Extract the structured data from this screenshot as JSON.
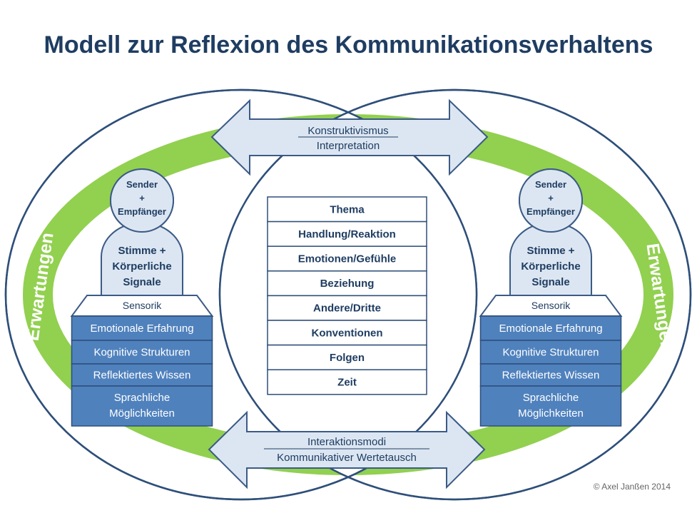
{
  "title": "Modell zur Reflexion des Kommunikationsverhaltens",
  "colors": {
    "title": "#1f3d62",
    "outline": "#3b5b86",
    "green": "#92d050",
    "light_blue": "#dce6f2",
    "mid_blue": "#4f81bd",
    "dark_text": "#1f3d62"
  },
  "top_arrow": {
    "line1": "Konstruktivismus",
    "line2": "Interpretation"
  },
  "bottom_arrow": {
    "line1": "Interaktionsmodi",
    "line2": "Kommunikativer Wertetausch"
  },
  "center_list": [
    "Thema",
    "Handlung/Reaktion",
    "Emotionen/Gefühle",
    "Beziehung",
    "Andere/Dritte",
    "Konventionen",
    "Folgen",
    "Zeit"
  ],
  "ring_label": "Erwartungen",
  "person": {
    "head": [
      "Sender",
      "+",
      "Empfänger"
    ],
    "body": [
      "Stimme +",
      "Körperliche",
      "Signale"
    ],
    "sensorik": "Sensorik",
    "blocks": [
      "Emotionale Erfahrung",
      "Kognitive Strukturen",
      "Reflektiertes Wissen"
    ],
    "last_block": [
      "Sprachliche",
      "Möglichkeiten"
    ]
  },
  "copyright": "© Axel Janßen 2014"
}
